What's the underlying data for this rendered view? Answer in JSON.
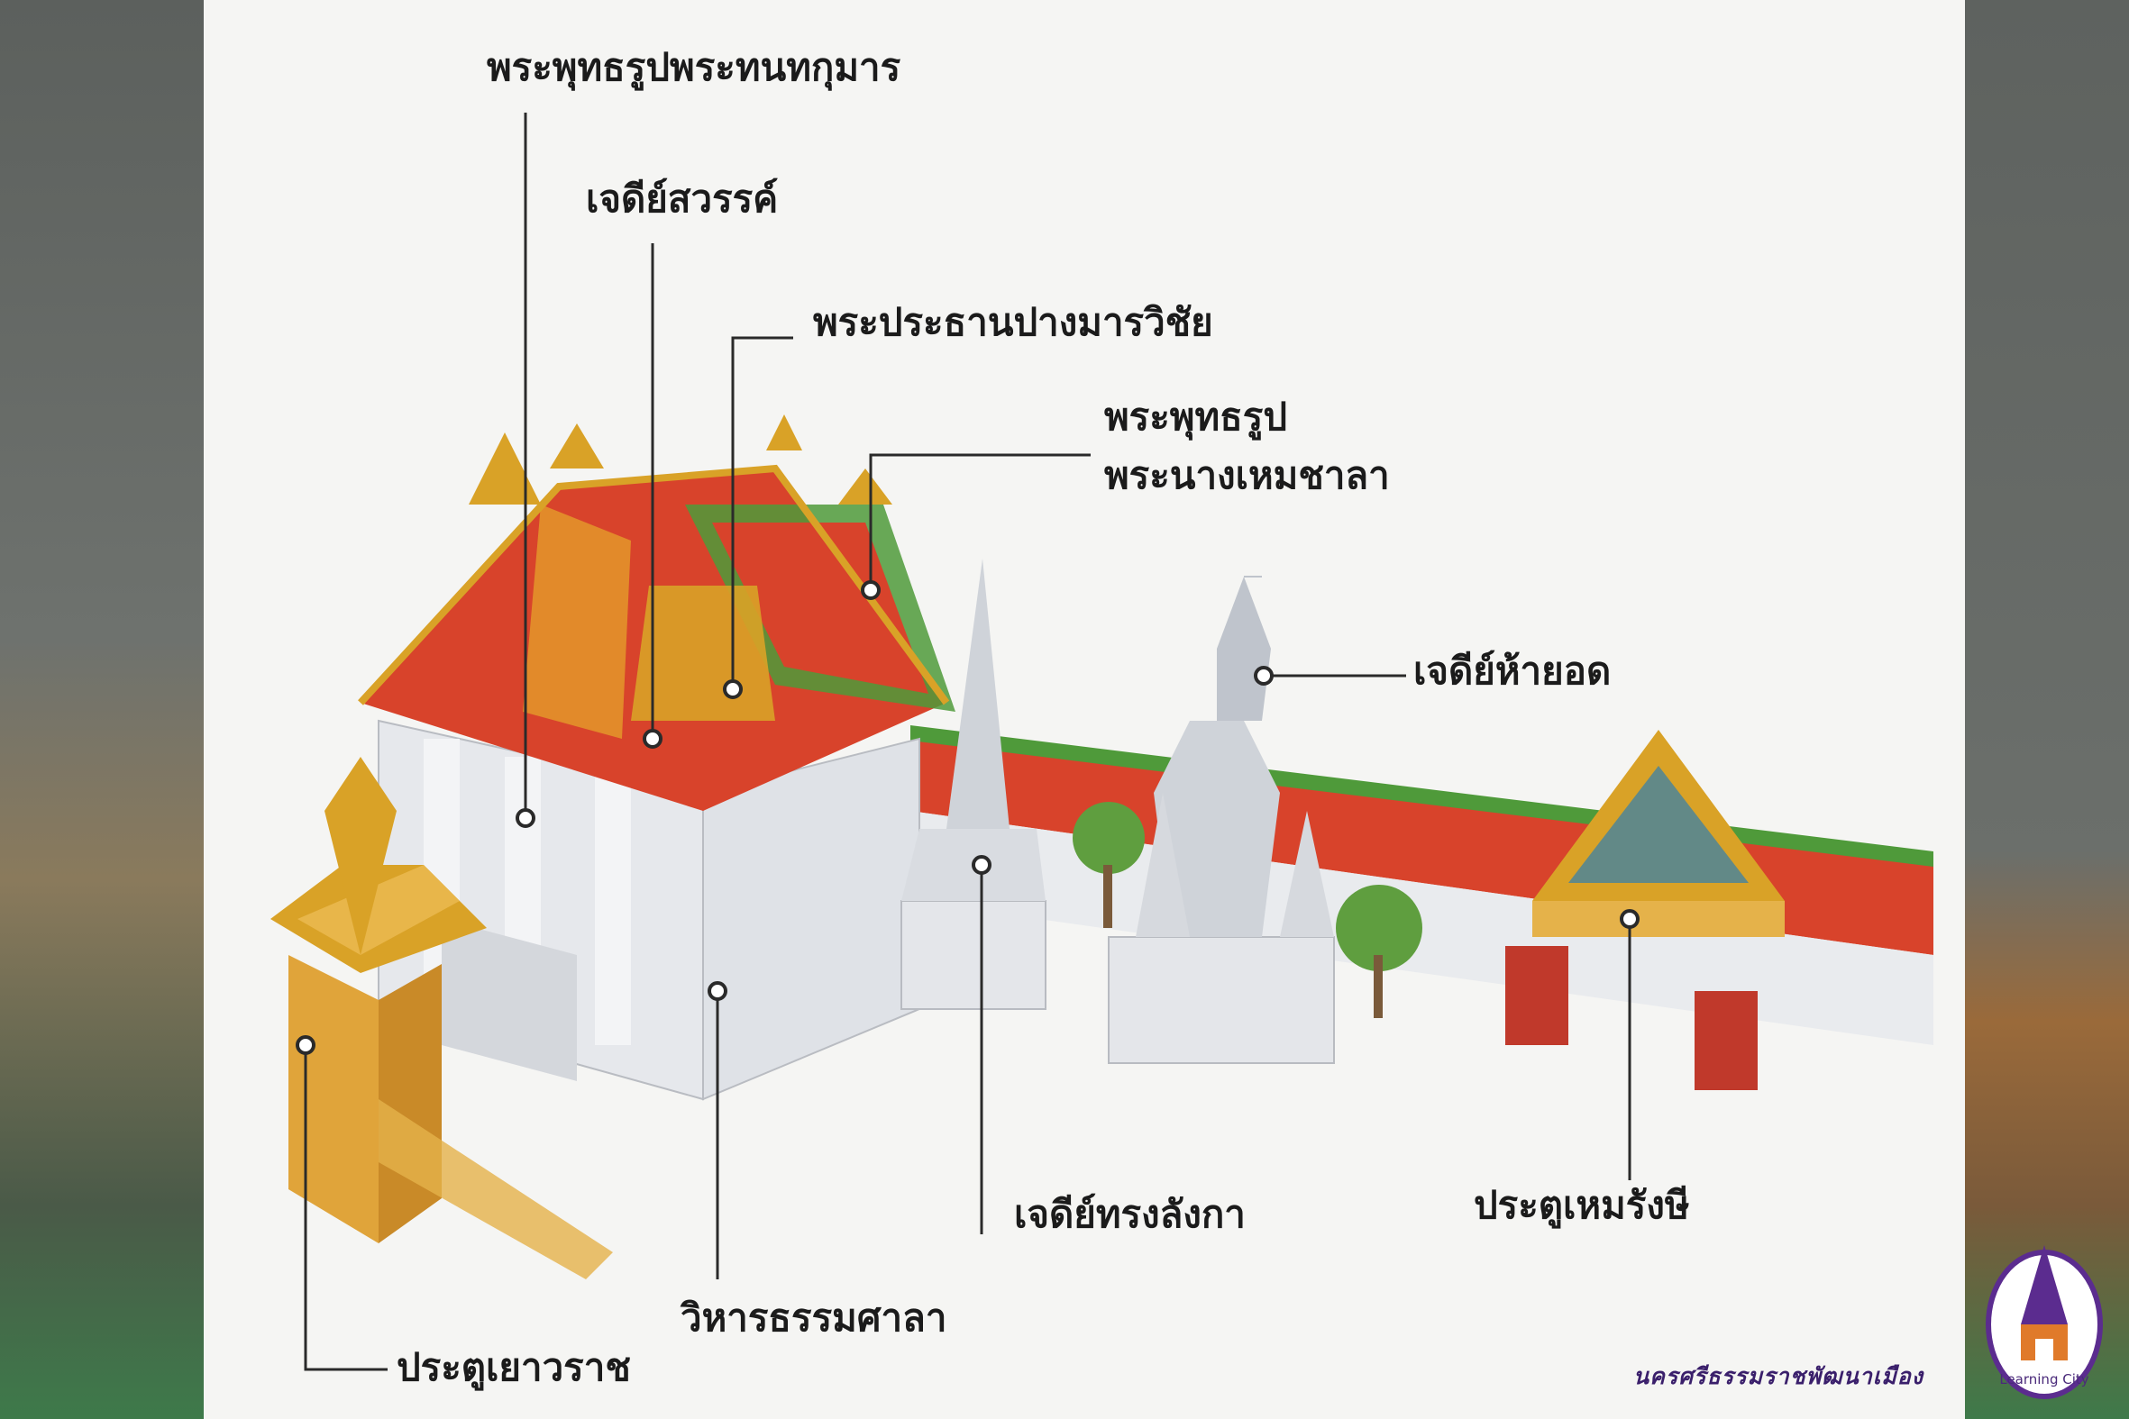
{
  "labels": {
    "buddha_thanakumarn": "พระพุทธรูปพระทนทกุมาร",
    "chedi_sawan": "เจดีย์สวรรค์",
    "phra_prathan": "พระประธานปางมารวิชัย",
    "buddha_line1": "พระพุทธรูป",
    "buddha_line2": "พระนางเหมชาลา",
    "chedi_ha_yot": "เจดีย์ห้ายอด",
    "chedi_lanka": "เจดีย์ทรงลังกา",
    "pratu_hemrangsi": "ประตูเหมรังษี",
    "vihara": "วิหารธรรมศาลา",
    "pratu_yaowarat": "ประตูเยาวราช"
  },
  "footer": {
    "credit": "นครศรีธรรมราชพัฒนาเมือง",
    "logo_caption": "Learning City"
  },
  "colors": {
    "roof_red": "#d8432b",
    "roof_green": "#4f9a3a",
    "gold": "#d9a227",
    "wall": "#e9ebee",
    "leader": "#2a2a2a",
    "logo_purple": "#5b2c8f"
  }
}
